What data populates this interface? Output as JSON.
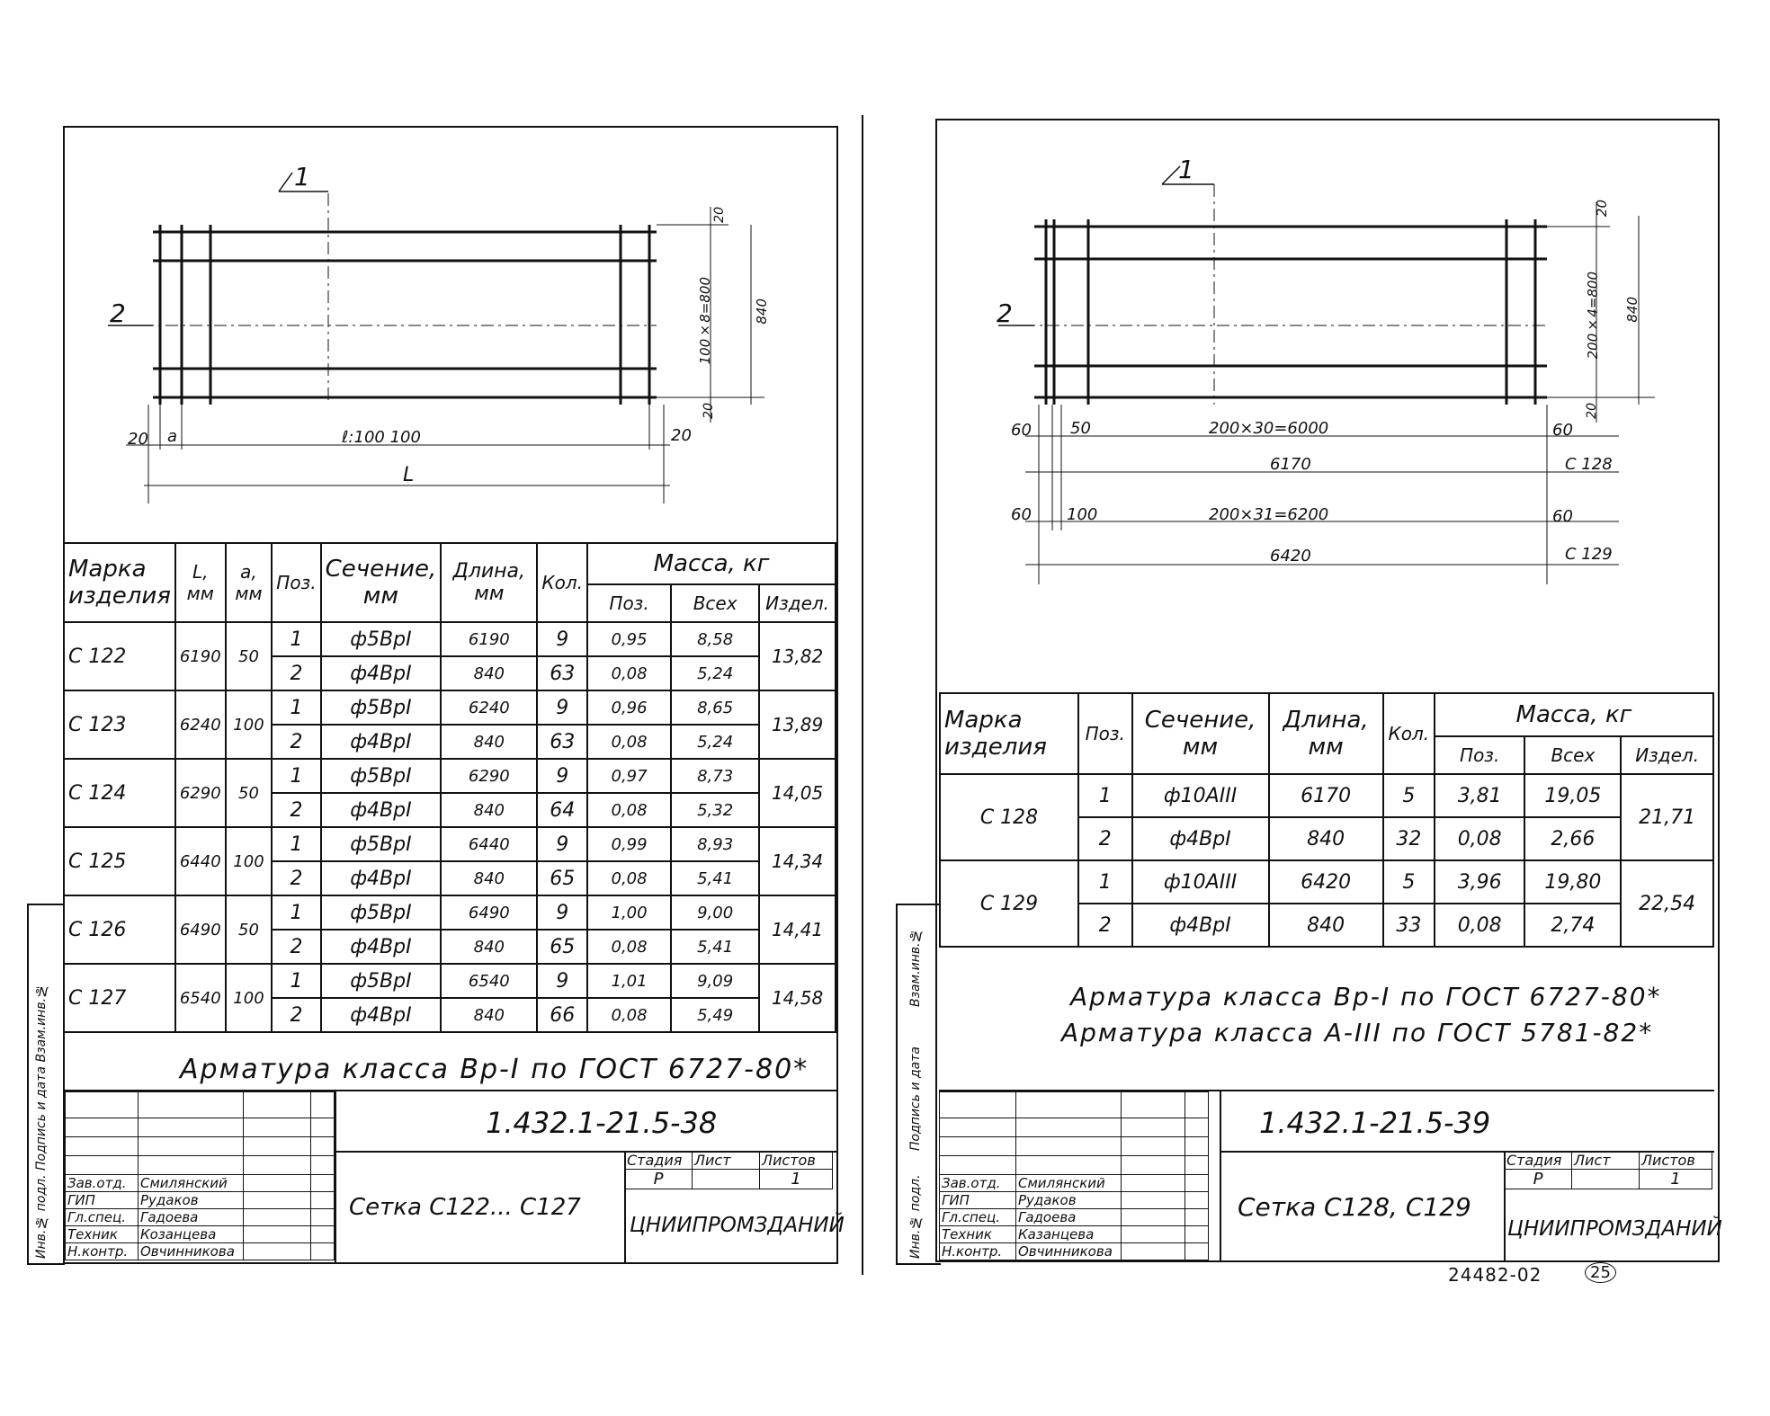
{
  "left": {
    "drawing": {
      "callout_1": "1",
      "callout_2": "2",
      "dim_a": "а",
      "dim_20_left": "20",
      "dim_main": "ℓ:100 100",
      "dim_20_right": "20",
      "dim_L": "L",
      "dim_20_top": "20",
      "dim_800": "100×8=800",
      "dim_840": "840",
      "dim_20_bottom": "20"
    },
    "table": {
      "headers": {
        "mark": "Марка изделия",
        "L": "L, мм",
        "a": "a, мм",
        "pos": "Поз.",
        "section": "Сечение, мм",
        "length": "Длина, мм",
        "qty": "Кол.",
        "mass": "Масса, кг",
        "mass_pos": "Поз.",
        "mass_all": "Всех",
        "mass_item": "Издел."
      },
      "rows": [
        {
          "mark": "С 122",
          "L": "6190",
          "a": "50",
          "item_mass": "13,82",
          "items": [
            {
              "pos": "1",
              "section": "ф5ВрI",
              "length": "6190",
              "qty": "9",
              "mass_pos": "0,95",
              "mass_all": "8,58"
            },
            {
              "pos": "2",
              "section": "ф4ВрI",
              "length": "840",
              "qty": "63",
              "mass_pos": "0,08",
              "mass_all": "5,24"
            }
          ]
        },
        {
          "mark": "С 123",
          "L": "6240",
          "a": "100",
          "item_mass": "13,89",
          "items": [
            {
              "pos": "1",
              "section": "ф5ВрI",
              "length": "6240",
              "qty": "9",
              "mass_pos": "0,96",
              "mass_all": "8,65"
            },
            {
              "pos": "2",
              "section": "ф4ВрI",
              "length": "840",
              "qty": "63",
              "mass_pos": "0,08",
              "mass_all": "5,24"
            }
          ]
        },
        {
          "mark": "С 124",
          "L": "6290",
          "a": "50",
          "item_mass": "14,05",
          "items": [
            {
              "pos": "1",
              "section": "ф5ВрI",
              "length": "6290",
              "qty": "9",
              "mass_pos": "0,97",
              "mass_all": "8,73"
            },
            {
              "pos": "2",
              "section": "ф4ВрI",
              "length": "840",
              "qty": "64",
              "mass_pos": "0,08",
              "mass_all": "5,32"
            }
          ]
        },
        {
          "mark": "С 125",
          "L": "6440",
          "a": "100",
          "item_mass": "14,34",
          "items": [
            {
              "pos": "1",
              "section": "ф5ВрI",
              "length": "6440",
              "qty": "9",
              "mass_pos": "0,99",
              "mass_all": "8,93"
            },
            {
              "pos": "2",
              "section": "ф4ВрI",
              "length": "840",
              "qty": "65",
              "mass_pos": "0,08",
              "mass_all": "5,41"
            }
          ]
        },
        {
          "mark": "С 126",
          "L": "6490",
          "a": "50",
          "item_mass": "14,41",
          "items": [
            {
              "pos": "1",
              "section": "ф5ВрI",
              "length": "6490",
              "qty": "9",
              "mass_pos": "1,00",
              "mass_all": "9,00"
            },
            {
              "pos": "2",
              "section": "ф4ВрI",
              "length": "840",
              "qty": "65",
              "mass_pos": "0,08",
              "mass_all": "5,41"
            }
          ]
        },
        {
          "mark": "С 127",
          "L": "6540",
          "a": "100",
          "item_mass": "14,58",
          "items": [
            {
              "pos": "1",
              "section": "ф5ВрI",
              "length": "6540",
              "qty": "9",
              "mass_pos": "1,01",
              "mass_all": "9,09"
            },
            {
              "pos": "2",
              "section": "ф4ВрI",
              "length": "840",
              "qty": "66",
              "mass_pos": "0,08",
              "mass_all": "5,49"
            }
          ]
        }
      ]
    },
    "note": "Арматура класса Вр-I по ГОСТ 6727-80*",
    "title_block": {
      "doc_number": "1.432.1-21.5-38",
      "title": "Сетка С122... С127",
      "stage_label": "Стадия",
      "sheet_label": "Лист",
      "sheets_label": "Листов",
      "stage": "Р",
      "sheets": "1",
      "org": "ЦНИИПРОМЗДАНИЙ",
      "roles": [
        {
          "role": "Зав.отд.",
          "name": "Смилянский"
        },
        {
          "role": "ГИП",
          "name": "Рудаков"
        },
        {
          "role": "Гл.спец.",
          "name": "Гадоева"
        },
        {
          "role": "Техник",
          "name": "Козанцева"
        },
        {
          "role": "Н.контр.",
          "name": "Овчинникова"
        }
      ]
    },
    "side_strip": "Инв.№ подл.   Подпись и дата   Взам.инв.№"
  },
  "right": {
    "drawing": {
      "callout_1": "1",
      "callout_2": "2",
      "dim_60_a": "60",
      "dim_50": "50",
      "dim_6000": "200×30=6000",
      "dim_60_b": "60",
      "dim_6170": "6170",
      "dim_c128": "С 128",
      "dim_60_c": "60",
      "dim_100": "100",
      "dim_6200": "200×31=6200",
      "dim_60_d": "60",
      "dim_6420": "6420",
      "dim_c129": "С 129",
      "dim_20_top": "20",
      "dim_800": "200×4=800",
      "dim_840": "840",
      "dim_20_bottom": "20"
    },
    "table": {
      "headers": {
        "mark": "Марка изделия",
        "pos": "Поз.",
        "section": "Сечение, мм",
        "length": "Длина, мм",
        "qty": "Кол.",
        "mass": "Масса, кг",
        "mass_pos": "Поз.",
        "mass_all": "Всех",
        "mass_item": "Издел."
      },
      "rows": [
        {
          "mark": "С 128",
          "item_mass": "21,71",
          "items": [
            {
              "pos": "1",
              "section": "ф10АIII",
              "length": "6170",
              "qty": "5",
              "mass_pos": "3,81",
              "mass_all": "19,05"
            },
            {
              "pos": "2",
              "section": "ф4ВрI",
              "length": "840",
              "qty": "32",
              "mass_pos": "0,08",
              "mass_all": "2,66"
            }
          ]
        },
        {
          "mark": "С 129",
          "item_mass": "22,54",
          "items": [
            {
              "pos": "1",
              "section": "ф10АIII",
              "length": "6420",
              "qty": "5",
              "mass_pos": "3,96",
              "mass_all": "19,80"
            },
            {
              "pos": "2",
              "section": "ф4ВрI",
              "length": "840",
              "qty": "33",
              "mass_pos": "0,08",
              "mass_all": "2,74"
            }
          ]
        }
      ]
    },
    "note_1": "Арматура класса Вр-I по ГОСТ 6727-80*",
    "note_2": "Арматура класса А-III по ГОСТ 5781-82*",
    "title_block": {
      "doc_number": "1.432.1-21.5-39",
      "title": "Сетка С128, С129",
      "stage_label": "Стадия",
      "sheet_label": "Лист",
      "sheets_label": "Листов",
      "stage": "Р",
      "sheets": "1",
      "org": "ЦНИИПРОМЗДАНИЙ",
      "roles": [
        {
          "role": "Зав.отд.",
          "name": "Смилянский"
        },
        {
          "role": "ГИП",
          "name": "Рудаков"
        },
        {
          "role": "Гл.спец.",
          "name": "Гадоева"
        },
        {
          "role": "Техник",
          "name": "Казанцева"
        },
        {
          "role": "Н.контр.",
          "name": "Овчинникова"
        }
      ]
    },
    "side_strip_1": "Инв.№ подл.",
    "side_strip_2": "Подпись и дата",
    "side_strip_3": "Взам.инв.№",
    "archive_number": "24482-02",
    "archive_sheet": "25"
  }
}
